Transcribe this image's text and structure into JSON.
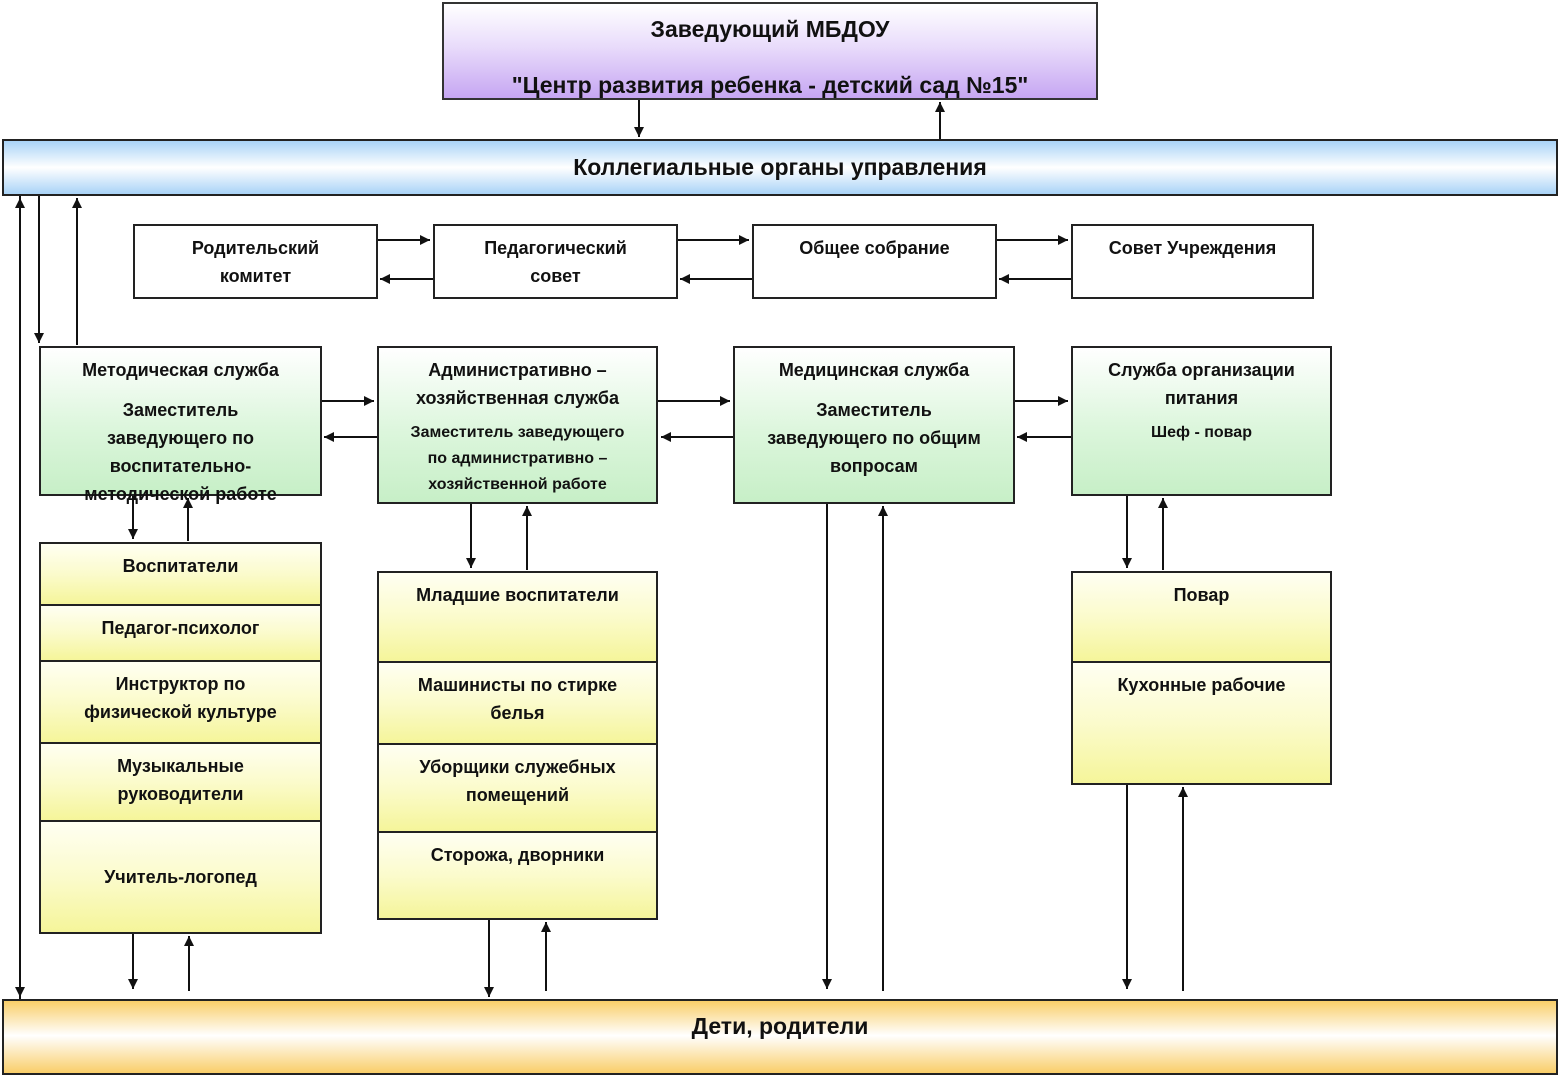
{
  "header": {
    "line1": "Заведующий МБДОУ",
    "line2": "\"Центр развития  ребенка - детский сад №15\""
  },
  "collegial": "Коллегиальные органы управления",
  "councils": [
    "Родительский\nкомитет",
    "Педагогический\nсовет",
    "Общее собрание",
    "Совет Учреждения"
  ],
  "services": {
    "methodical": {
      "title": "Методическая служба",
      "subtitle": "Заместитель\nзаведующего по\nвоспитательно-\nметодической работе"
    },
    "admin": {
      "title": "Административно –\nхозяйственная служба",
      "subtitle": "Заместитель заведующего\nпо административно –\nхозяйственной работе"
    },
    "medical": {
      "title": "Медицинская служба",
      "subtitle": "Заместитель\nзаведующего по общим\nвопросам"
    },
    "food": {
      "title": "Служба организации\nпитания",
      "subtitle": "Шеф - повар"
    }
  },
  "staff": {
    "pedagogical": [
      "Воспитатели",
      "Педагог-психолог",
      "Инструктор по\nфизической культуре",
      "Музыкальные\nруководители",
      "Учитель-логопед"
    ],
    "support": [
      "Младшие воспитатели",
      "Машинисты по стирке\nбелья",
      "Уборщики служебных\nпомещений",
      "Сторожа, дворники"
    ],
    "kitchen": [
      "Повар",
      "Кухонные рабочие"
    ]
  },
  "bottom": "Дети, родители"
}
